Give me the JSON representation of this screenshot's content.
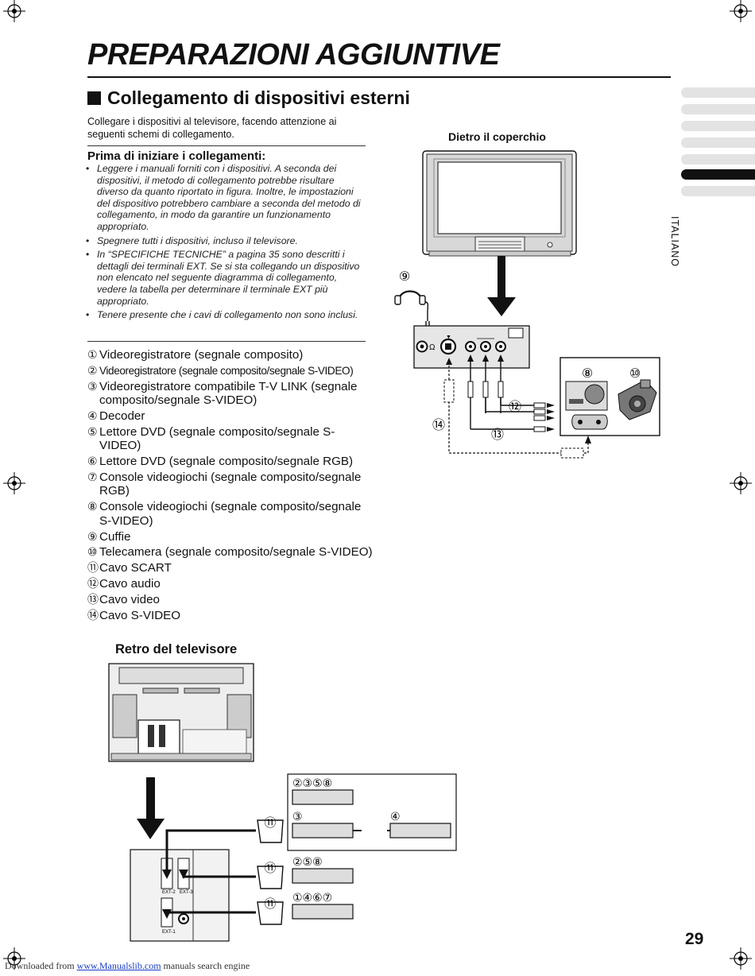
{
  "page": {
    "title": "PREPARAZIONI AGGIUNTIVE",
    "section_title": "Collegamento di dispositivi esterni",
    "intro": "Collegare i dispositivi al televisore, facendo attenzione ai seguenti schemi di collegamento.",
    "before_title": "Prima di iniziare i collegamenti:",
    "bullets": [
      "Leggere i manuali forniti con i dispositivi. A seconda dei dispositivi, il metodo di collegamento potrebbe risultare diverso da quanto riportato in figura. Inoltre, le impostazioni del dispositivo potrebbero cambiare a seconda del metodo di collegamento, in modo da garantire un funzionamento appropriato.",
      "Spegnere tutti i dispositivi, incluso il televisore.",
      "In “SPECIFICHE TECNICHE” a pagina 35 sono descritti i dettagli dei terminali EXT. Se si sta collegando un dispositivo non elencato nel seguente diagramma di collegamento, vedere la tabella per determinare il terminale EXT più appropriato.",
      "Tenere presente che i cavi di collegamento non sono inclusi."
    ],
    "devices": [
      {
        "n": "①",
        "text": "Videoregistratore (segnale composito)"
      },
      {
        "n": "②",
        "text": "Videoregistratore (segnale composito/segnale S-VIDEO)"
      },
      {
        "n": "③",
        "text": "Videoregistratore compatibile T-V LINK (segnale composito/segnale S-VIDEO)"
      },
      {
        "n": "④",
        "text": "Decoder"
      },
      {
        "n": "⑤",
        "text": "Lettore DVD (segnale composito/segnale S-VIDEO)"
      },
      {
        "n": "⑥",
        "text": "Lettore DVD (segnale composito/segnale RGB)"
      },
      {
        "n": "⑦",
        "text": "Console videogiochi (segnale composito/segnale RGB)"
      },
      {
        "n": "⑧",
        "text": "Console videogiochi (segnale composito/segnale S-VIDEO)"
      },
      {
        "n": "⑨",
        "text": "Cuffie"
      },
      {
        "n": "⑩",
        "text": "Telecamera (segnale composito/segnale S-VIDEO)"
      },
      {
        "n": "⑪",
        "text": "Cavo SCART"
      },
      {
        "n": "⑫",
        "text": "Cavo audio"
      },
      {
        "n": "⑬",
        "text": "Cavo video"
      },
      {
        "n": "⑭",
        "text": "Cavo S-VIDEO"
      }
    ],
    "front_caption": "Dietro il coperchio",
    "rear_caption": "Retro del televisore",
    "side_language": "ITALIANO",
    "page_number": "29"
  },
  "diagram_labels": {
    "headphones": "⑨",
    "console": "⑧",
    "camcorder": "⑩",
    "audio_cable": "⑫",
    "video_cable": "⑬",
    "svideo_cable": "⑭",
    "scart_cable": "⑪",
    "group_top": "②③⑤⑧",
    "group_mid_left": "③",
    "group_mid_right": "④",
    "group_ext3": "②⑤⑧",
    "group_ext1": "①④⑥⑦",
    "ext2": "EXT-2",
    "ext3": "EXT-3",
    "ext1": "EXT-1"
  },
  "footer": {
    "prefix": "Downloaded from ",
    "link": "www.Manualslib.com",
    "suffix": " manuals search engine"
  }
}
